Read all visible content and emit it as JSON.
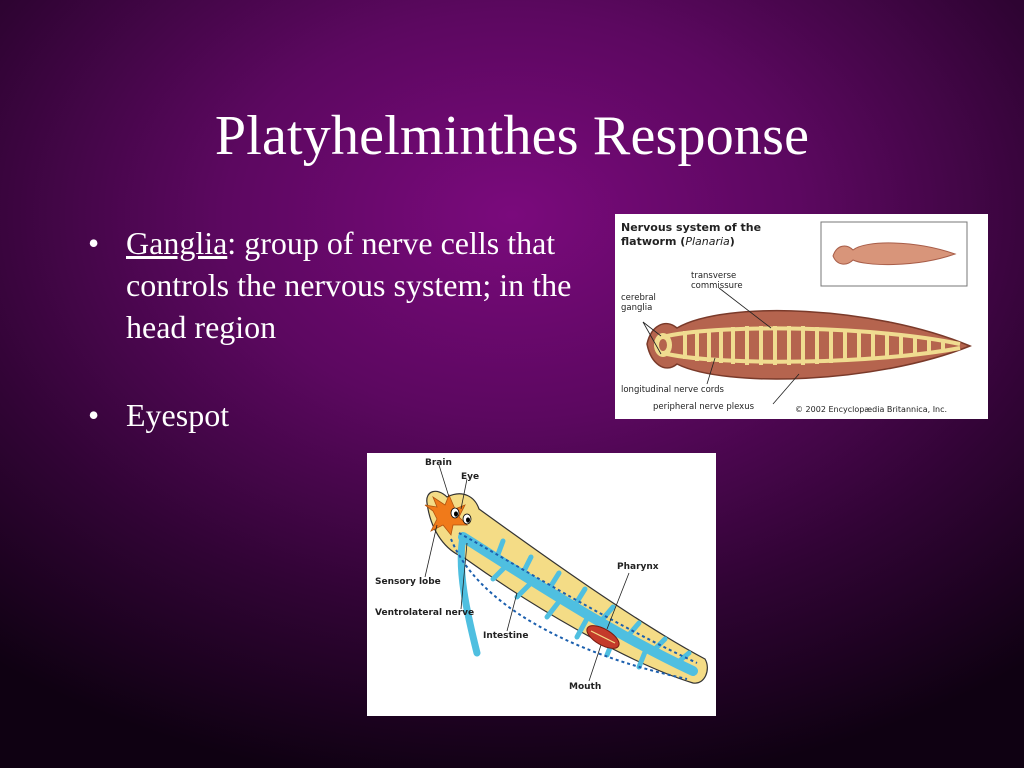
{
  "slide": {
    "title": "Platyhelminthes Response",
    "bullets": [
      {
        "term": "Ganglia",
        "text": ": group of nerve cells that controls the nervous system; in the head region"
      },
      {
        "text": "Eyespot"
      }
    ]
  },
  "figure1": {
    "heading_line1": "Nervous system of the",
    "heading_line2_prefix": "flatworm (",
    "heading_line2_italic": "Planaria",
    "heading_line2_suffix": ")",
    "labels": {
      "transverse": "transverse",
      "commissure": "commissure",
      "cerebral": "cerebral",
      "ganglia": "ganglia",
      "longitudinal": "longitudinal nerve cords",
      "peripheral": "peripheral nerve plexus",
      "copyright": "© 2002 Encyclopædia Britannica, Inc."
    }
  },
  "figure2": {
    "labels": {
      "brain": "Brain",
      "eye": "Eye",
      "sensory_lobe": "Sensory lobe",
      "ventrolateral": "Ventrolateral nerve",
      "intestine": "Intestine",
      "pharynx": "Pharynx",
      "mouth": "Mouth"
    }
  },
  "colors": {
    "background": "#5c0860",
    "text": "#ffffff",
    "worm_body": "#c0705a",
    "nerve": "#f0dc90",
    "worm2_body": "#f4dc86",
    "intestine": "#4fbfe0",
    "brain": "#f07a1a"
  }
}
